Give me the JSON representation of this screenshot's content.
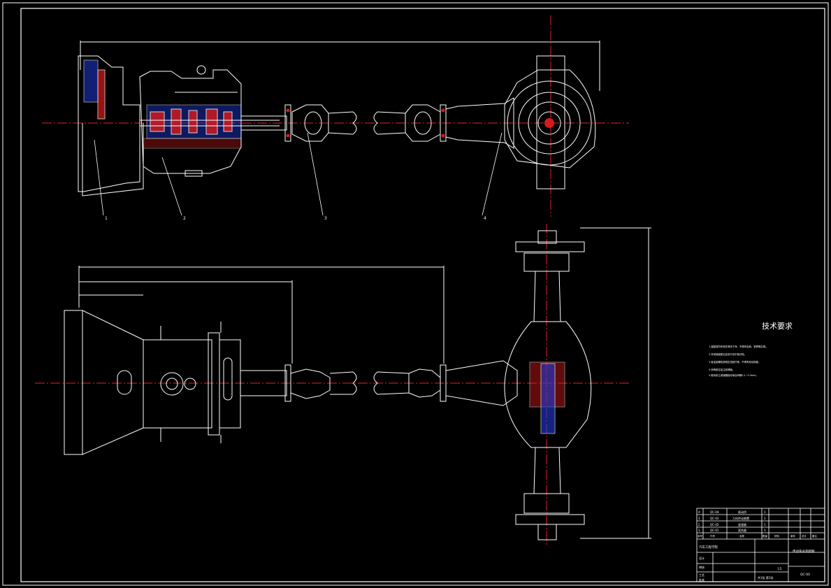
{
  "colors": {
    "background": "#000000",
    "line": "#ffffff",
    "centerline": "#e8202a",
    "section": "#1f3bd6",
    "hatch": "#d81a1a"
  },
  "drawing": {
    "tech_requirements_title": "技术要求",
    "tech_requirements": [
      "1.装配前所有零件清洗干净，不得有毛刺、铁屑等杂物。",
      "2.传动轴装配后应进行动平衡试验。",
      "3.各连接螺栓按规定扭矩拧紧，不得有松动现象。",
      "4.润滑部位加注润滑脂。",
      "5.驱动桥主减速器齿轮啮合间隙0.1~0.3mm。"
    ],
    "part_labels": [
      "1",
      "2",
      "3",
      "4"
    ]
  },
  "title_block": {
    "bom": [
      {
        "no": "4",
        "code": "QC-04",
        "name": "驱动桥",
        "qty": "1"
      },
      {
        "no": "3",
        "code": "QC-03",
        "name": "万向传动装置",
        "qty": "1"
      },
      {
        "no": "2",
        "code": "QC-02",
        "name": "变速器",
        "qty": "1"
      },
      {
        "no": "1",
        "code": "QC-01",
        "name": "离合器",
        "qty": "1"
      }
    ],
    "header": [
      "序号",
      "代号",
      "名称",
      "数量",
      "材料",
      "单件",
      "总计",
      "备注"
    ],
    "drawing_name": "传动系总装配图",
    "drawing_no": "QC-00",
    "scale": "1:5",
    "sheet": "共1张 第1张",
    "school": "汽车工程学院",
    "roles": [
      "设计",
      "审核",
      "工艺",
      "批准"
    ]
  }
}
